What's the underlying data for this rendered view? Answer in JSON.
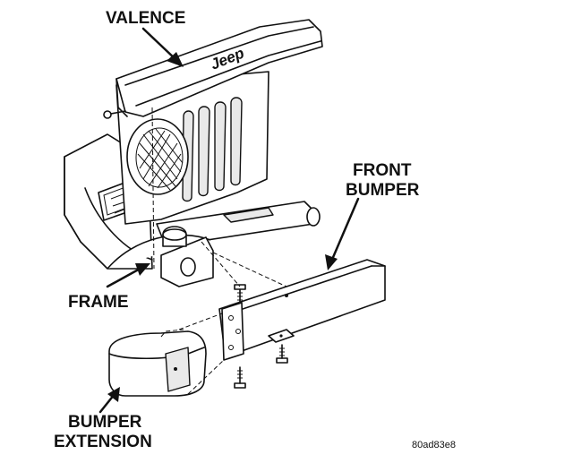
{
  "labels": {
    "valence": "VALENCE",
    "front_bumper_line1": "FRONT",
    "front_bumper_line2": "BUMPER",
    "frame": "FRAME",
    "bumper_extension_line1": "BUMPER",
    "bumper_extension_line2": "EXTENSION",
    "grille_logo": "Jeep"
  },
  "figure_code": "80ad83e8"
}
